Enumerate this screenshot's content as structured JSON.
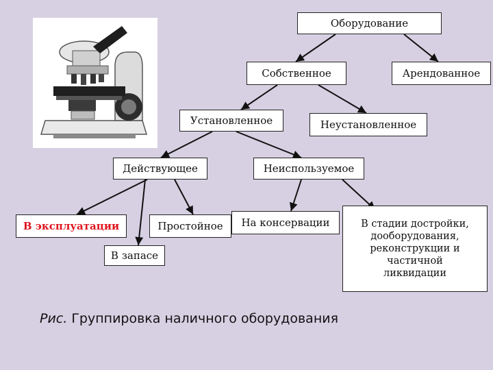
{
  "diagram": {
    "nodes": {
      "equipment": "Оборудование",
      "own": "Собственное",
      "rented": "Арендованное",
      "installed": "Установленное",
      "uninstalled": "Неустановленное",
      "active": "Действующее",
      "unused": "Неиспользуемое",
      "in_operation": "В эксплуатации",
      "idle": "Простойное",
      "conserved": "На консервации",
      "in_reserve": "В запасе",
      "in_completion": [
        "В стадии достройки,",
        "дооборудования,",
        "реконструкции и",
        "частичной",
        "ликвидации"
      ]
    },
    "colors": {
      "background": "#d7cfe2",
      "highlight": "#e0141e"
    }
  },
  "caption": {
    "lead": "Рис.",
    "text": " Группировка наличного оборудования"
  },
  "image": {
    "icon": "microscope-icon"
  }
}
